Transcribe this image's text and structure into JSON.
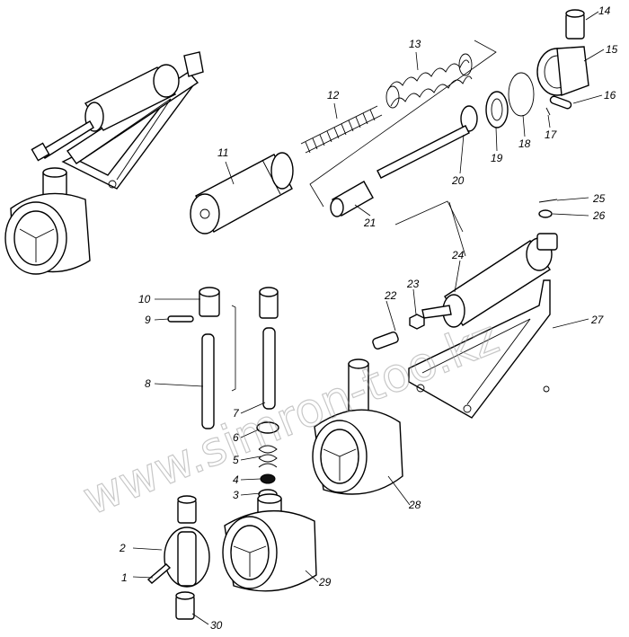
{
  "watermark": "www.simron-too.kz",
  "labels": [
    "1",
    "2",
    "3",
    "4",
    "5",
    "6",
    "7",
    "8",
    "9",
    "10",
    "11",
    "12",
    "13",
    "14",
    "15",
    "16",
    "17",
    "18",
    "19",
    "20",
    "21",
    "22",
    "23",
    "24",
    "25",
    "26",
    "27",
    "28",
    "29",
    "30"
  ]
}
